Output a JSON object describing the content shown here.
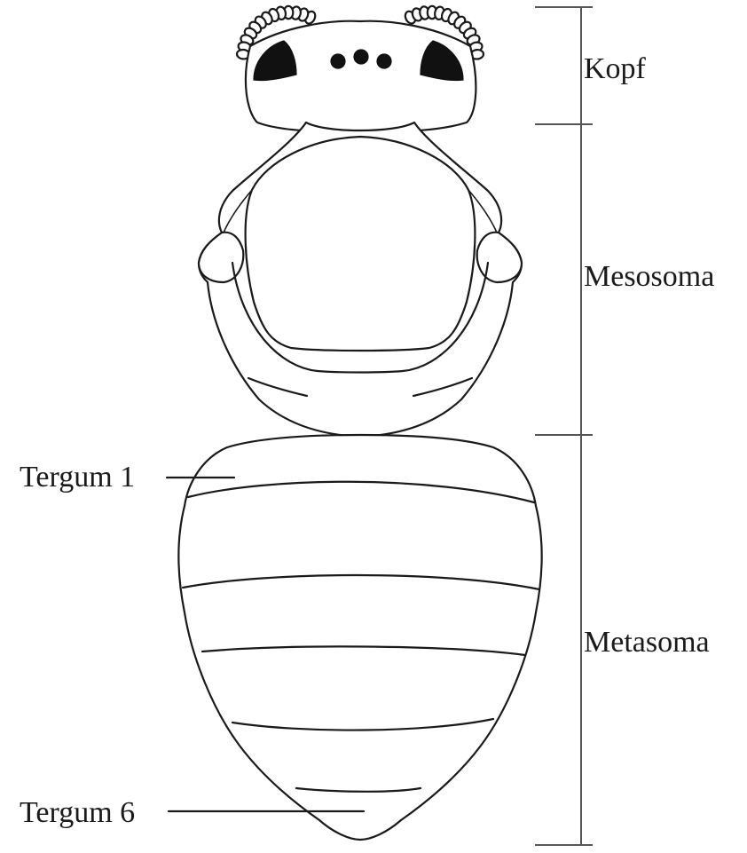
{
  "labels": {
    "head": "Kopf",
    "mesosoma": "Mesosoma",
    "metasoma": "Metasoma",
    "tergum_first": "Tergum 1",
    "tergum_last": "Tergum 6"
  },
  "colors": {
    "line": "#1a1a1a",
    "scale_bar": "#555555",
    "background": "#ffffff"
  }
}
